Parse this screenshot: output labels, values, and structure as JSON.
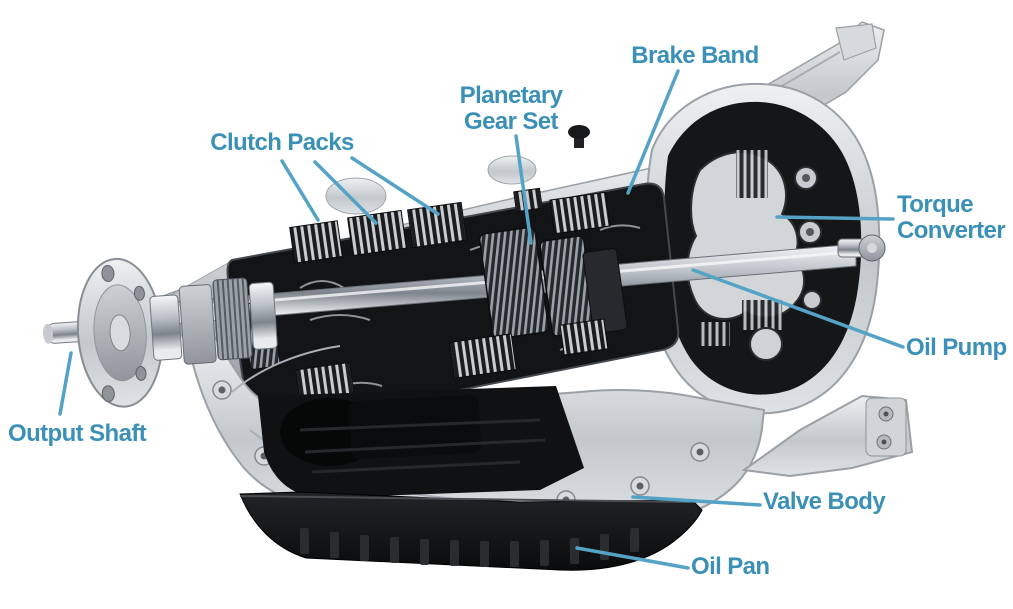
{
  "colors": {
    "label_color": "#3b90b8",
    "leader_color": "#54a3c6",
    "bg": "#ffffff"
  },
  "diagram": {
    "labels": {
      "clutch_packs": "Clutch Packs",
      "planetary_gear_set": "Planetary\nGear Set",
      "brake_band": "Brake Band",
      "torque_converter": "Torque\nConverter",
      "oil_pump": "Oil Pump",
      "output_shaft": "Output Shaft",
      "valve_body": "Valve Body",
      "oil_pan": "Oil Pan"
    }
  }
}
